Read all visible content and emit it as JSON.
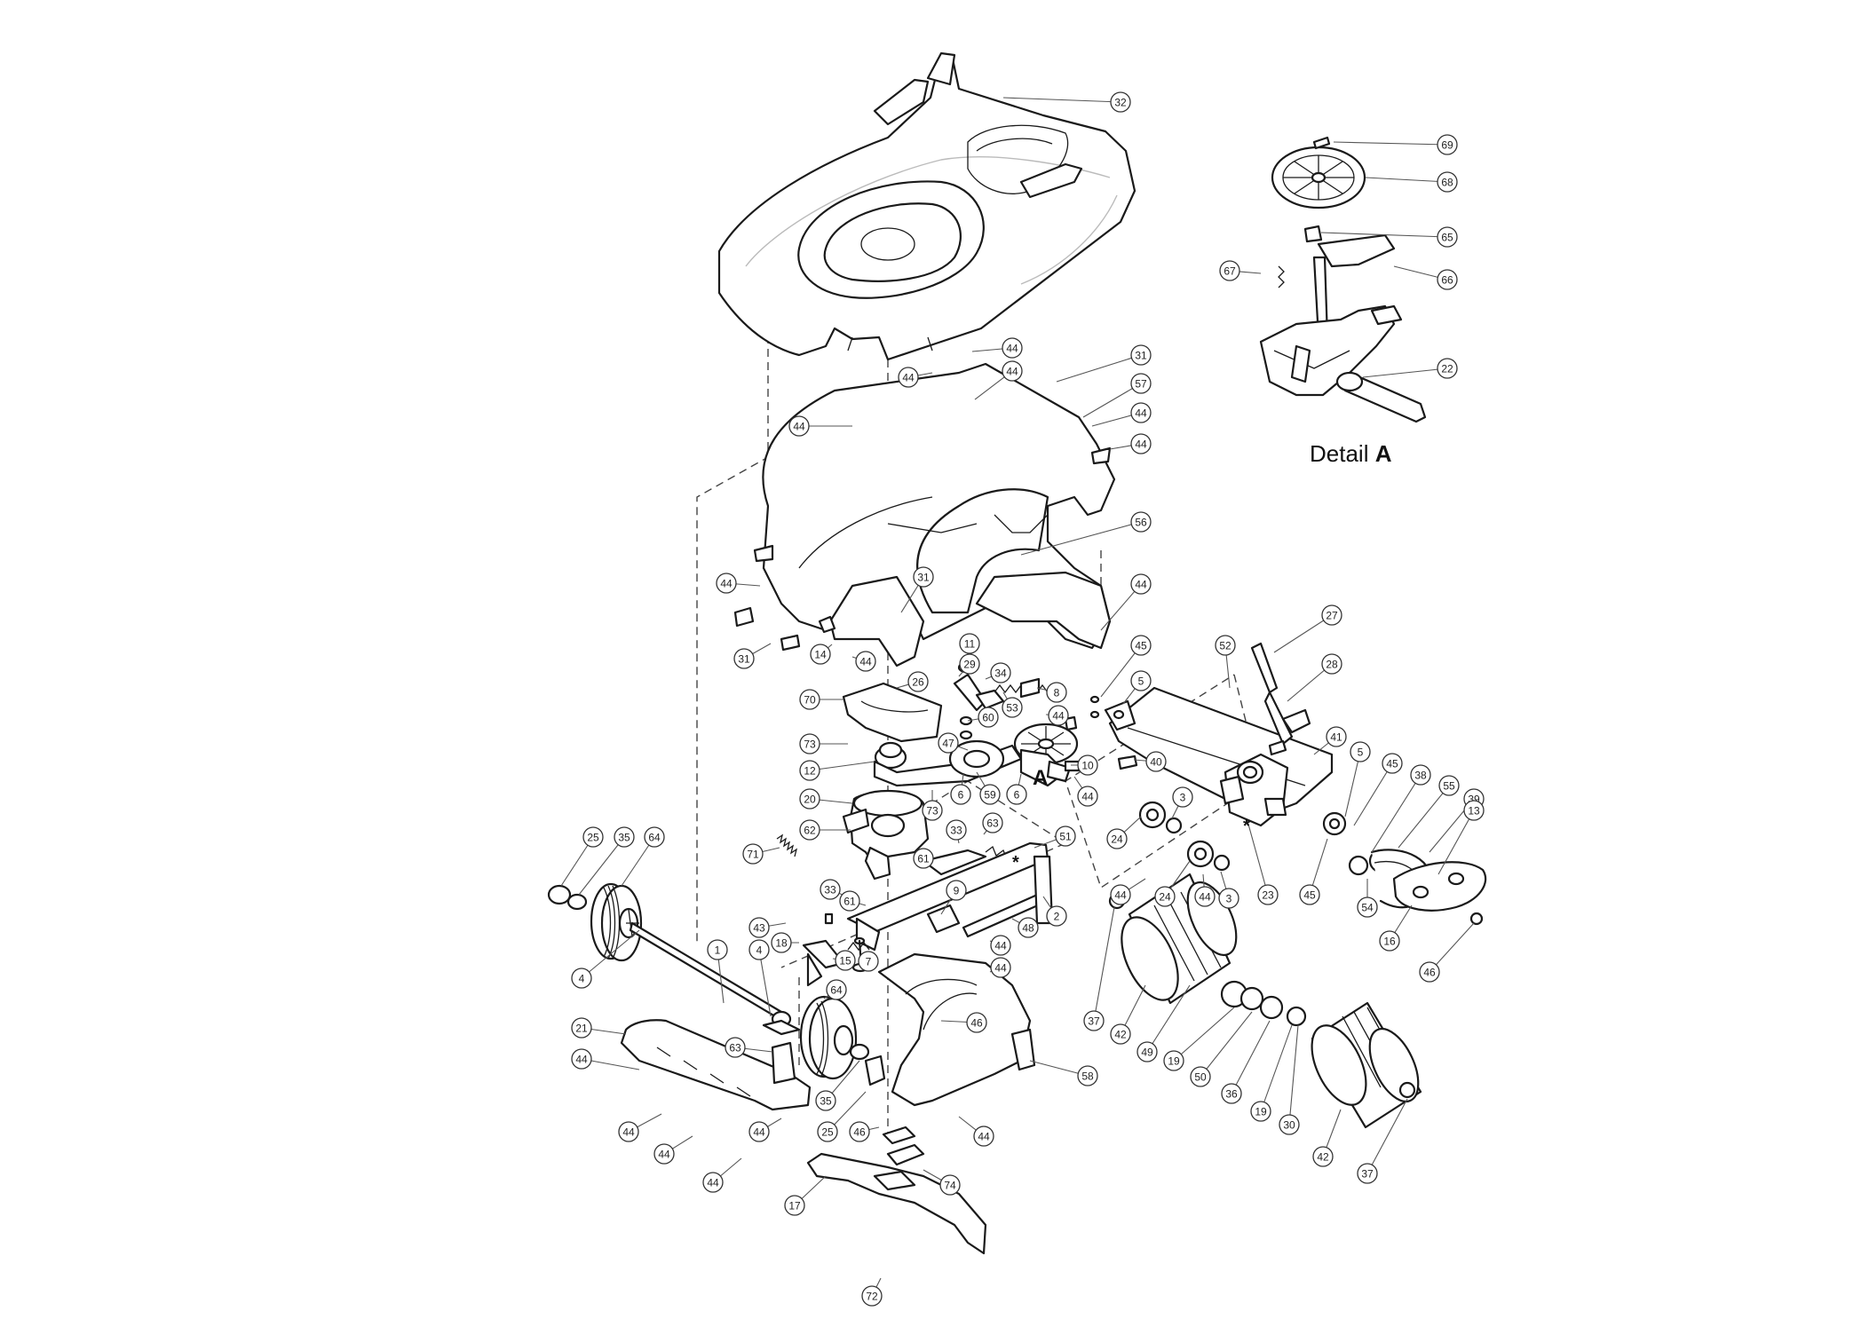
{
  "detail": {
    "label": "Detail",
    "letter": "A"
  },
  "marker_letter": "A",
  "star_symbol": "*",
  "callouts": [
    "32",
    "69",
    "68",
    "65",
    "67",
    "66",
    "22",
    "44",
    "31",
    "57",
    "56",
    "14",
    "11",
    "29",
    "34",
    "53",
    "8",
    "26",
    "70",
    "60",
    "73",
    "12",
    "47",
    "10",
    "40",
    "20",
    "59",
    "6",
    "62",
    "71",
    "33",
    "63",
    "61",
    "51",
    "9",
    "43",
    "18",
    "15",
    "7",
    "48",
    "2",
    "64",
    "25",
    "35",
    "4",
    "1",
    "21",
    "46",
    "58",
    "45",
    "5",
    "52",
    "27",
    "28",
    "41",
    "38",
    "55",
    "39",
    "13",
    "3",
    "24",
    "23",
    "54",
    "16",
    "42",
    "37",
    "49",
    "19",
    "50",
    "36",
    "30",
    "74",
    "17",
    "72"
  ]
}
